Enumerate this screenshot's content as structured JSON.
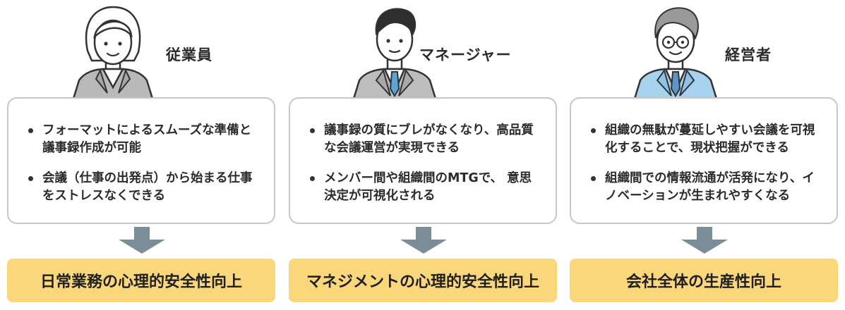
{
  "colors": {
    "card_border": "#c7c7c7",
    "arrow": "#7b8e98",
    "result_bg": "#f9d77a",
    "employee_jacket": "#b9b9b9",
    "manager_jacket": "#bdbdbd",
    "manager_tie": "#5aa6d8",
    "executive_jacket": "#a8d3ef",
    "executive_tie": "#5b95c9"
  },
  "columns": [
    {
      "role": "従業員",
      "icon": "female-employee-icon",
      "bullets": [
        "フォーマットによるスムーズな準備と議事録作成が可能",
        "会議（仕事の出発点）から始まる仕事をストレスなくできる"
      ],
      "result": "日常業務の心理的安全性向上"
    },
    {
      "role": "マネージャー",
      "icon": "male-manager-icon",
      "bullets": [
        "議事録の質にブレがなくなり、高品質な会議運営が実現できる",
        "メンバー間や組織間のMTGで、 意思決定が可視化される"
      ],
      "result": "マネジメントの心理的安全性向上"
    },
    {
      "role": "経営者",
      "icon": "executive-glasses-icon",
      "bullets": [
        "組織の無駄が蔓延しやすい会議を可視化することで、現状把握ができる",
        "組織間での情報流通が活発になり、イノベーションが生まれやすくなる"
      ],
      "result": "会社全体の生産性向上"
    }
  ]
}
